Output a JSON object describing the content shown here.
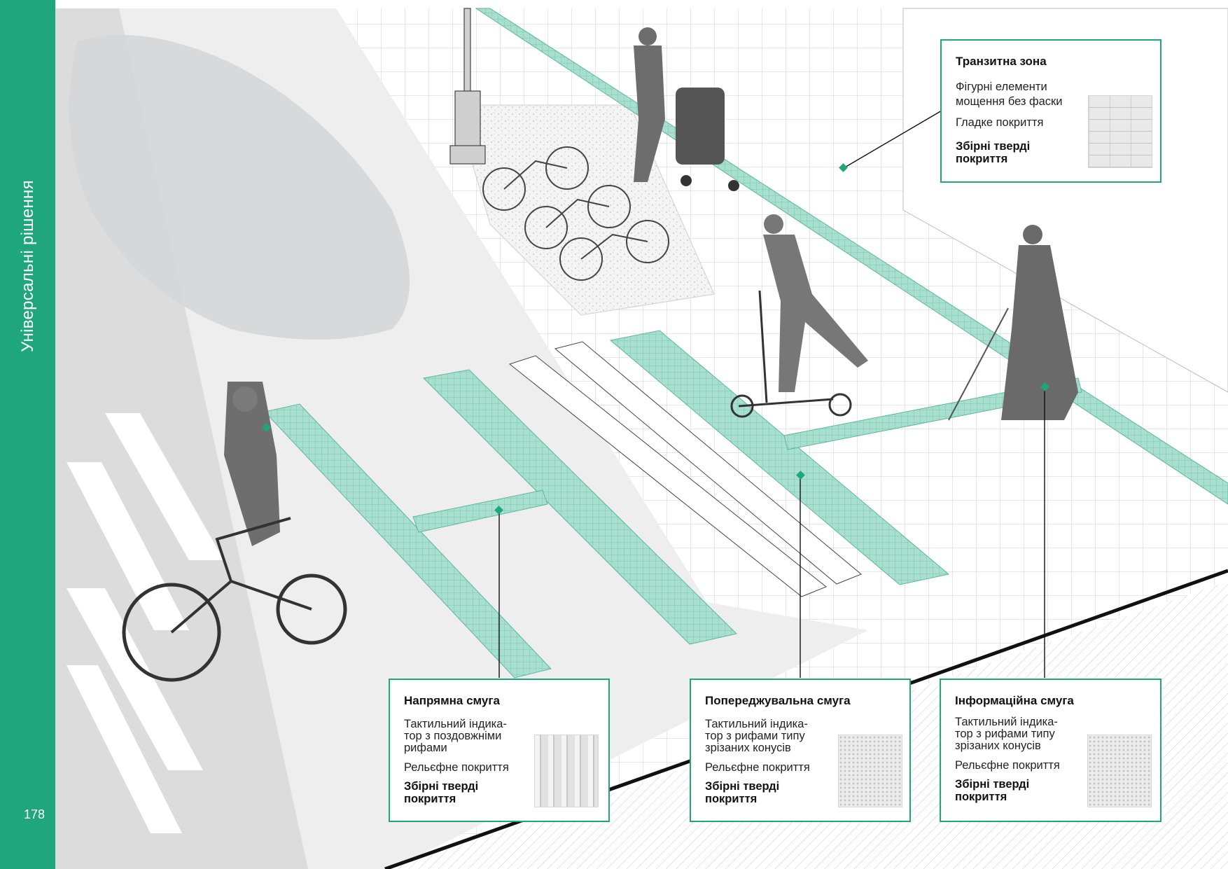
{
  "sidebar": {
    "title": "Універсальні рішення",
    "page_number": "178"
  },
  "colors": {
    "accent": "#1fa67a",
    "tactile": "#a8dfcf",
    "road": "#dcdcdc",
    "sidewalk": "#f7f7f7",
    "outline": "#111111"
  },
  "callouts": {
    "transit": {
      "title": "Транзитна зона",
      "description": "Фігурні елементи\nмощення без фаски",
      "surface": "Гладке покриття",
      "material": "Збірні тверді\nпокриття",
      "texture_icon": "paving-brick-texture"
    },
    "guiding": {
      "title": "Напрямна смуга",
      "description": "Тактильний індика-\nтор з поздовжніми\nрифами",
      "surface": "Рельєфне покриття",
      "material": "Збірні тверді\nпокриття",
      "texture_icon": "longitudinal-ribs-texture"
    },
    "warning": {
      "title": "Попереджувальна смуга",
      "description": "Тактильний індика-\nтор з рифами типу\nзрізаних конусів",
      "surface": "Рельєфне покриття",
      "material": "Збірні тверді\nпокриття",
      "texture_icon": "truncated-cones-texture"
    },
    "info": {
      "title": "Інформаційна смуга",
      "description": "Тактильний індика-\nтор з рифами типу\nзрізаних конусів",
      "surface": "Рельєфне покриття",
      "material": "Збірні тверді\nпокриття",
      "texture_icon": "truncated-cones-texture"
    }
  },
  "scene_icons": [
    "cyclist-icon",
    "pedestrian-with-stroller-icon",
    "scooter-rider-icon",
    "visually-impaired-pedestrian-icon",
    "bicycle-rack-icon",
    "street-lamp-icon",
    "tree-canopy-icon"
  ]
}
